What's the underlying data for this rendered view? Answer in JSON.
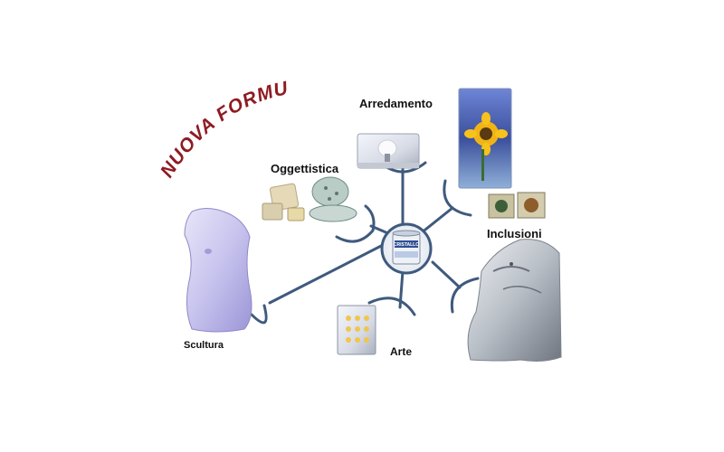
{
  "headline": "NUOVA FORMULA",
  "hub": {
    "product_text": "CRISTALLO",
    "icon": "resin-can-icon"
  },
  "categories": [
    {
      "id": "arredamento",
      "label": "Arredamento",
      "icon": "resin-lamp-block-icon"
    },
    {
      "id": "oggettistica",
      "label": "Oggettistica",
      "icon": "resin-objects-icon"
    },
    {
      "id": "inclusioni",
      "label": "Inclusioni",
      "icon": "sunflower-block-icon"
    },
    {
      "id": "scultura",
      "label": "Scultura",
      "icon": "torso-sculpture-icon"
    },
    {
      "id": "arte",
      "label": "Arte",
      "icon": "crystal-cube-icon"
    },
    {
      "id": "extra",
      "label": "",
      "icon": "horse-head-sculpture-icon"
    }
  ],
  "colors": {
    "spoke": "#3f5a7d",
    "headline": "#8e1b22",
    "hub_ring": "#3f5a7d"
  }
}
